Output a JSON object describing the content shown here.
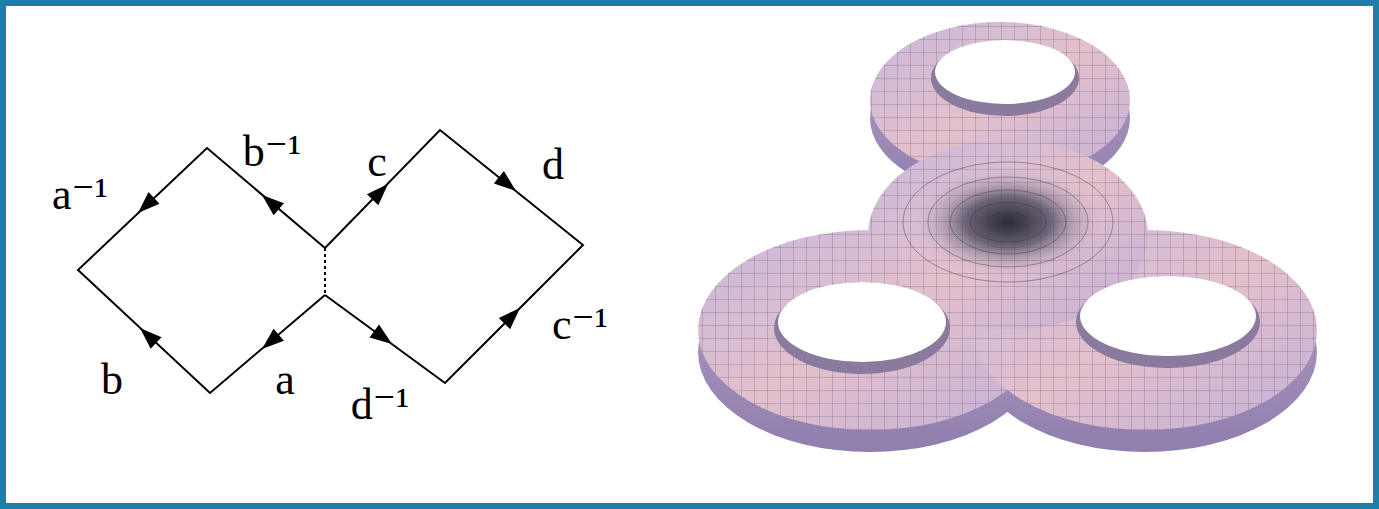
{
  "diagram": {
    "labels": [
      "a⁻¹",
      "b⁻¹",
      "c",
      "d",
      "b",
      "a",
      "d⁻¹",
      "c⁻¹"
    ]
  }
}
